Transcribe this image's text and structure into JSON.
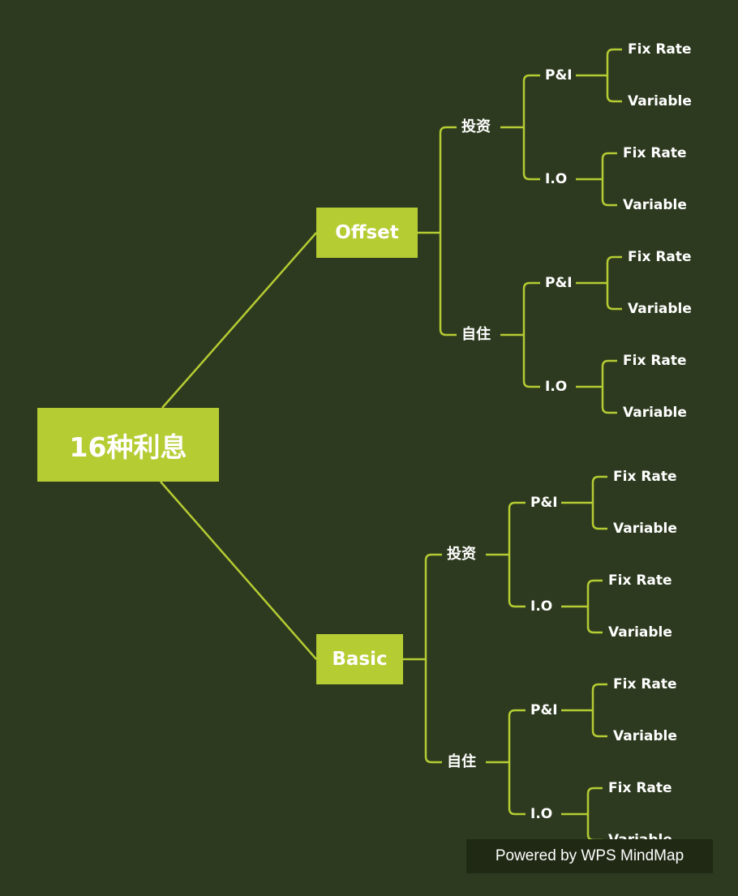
{
  "colors": {
    "background": "#2d3a1f",
    "accent": "#b5cc33",
    "text": "#ffffff",
    "watermark_bg": "#1f2913"
  },
  "root": {
    "label": "16种利息"
  },
  "branches": [
    {
      "label": "Offset",
      "children": [
        {
          "label": "投资",
          "children": [
            {
              "label": "P&I",
              "children": [
                "Fix Rate",
                "Variable"
              ]
            },
            {
              "label": "I.O",
              "children": [
                "Fix Rate",
                "Variable"
              ]
            }
          ]
        },
        {
          "label": "自住",
          "children": [
            {
              "label": "P&I",
              "children": [
                "Fix Rate",
                "Variable"
              ]
            },
            {
              "label": "I.O",
              "children": [
                "Fix Rate",
                "Variable"
              ]
            }
          ]
        }
      ]
    },
    {
      "label": "Basic",
      "children": [
        {
          "label": "投资",
          "children": [
            {
              "label": "P&I",
              "children": [
                "Fix Rate",
                "Variable"
              ]
            },
            {
              "label": "I.O",
              "children": [
                "Fix Rate",
                "Variable"
              ]
            }
          ]
        },
        {
          "label": "自住",
          "children": [
            {
              "label": "P&I",
              "children": [
                "Fix Rate",
                "Variable"
              ]
            },
            {
              "label": "I.O",
              "children": [
                "Fix Rate",
                "Variable"
              ]
            }
          ]
        }
      ]
    }
  ],
  "watermark": {
    "text": "Powered by WPS MindMap"
  }
}
